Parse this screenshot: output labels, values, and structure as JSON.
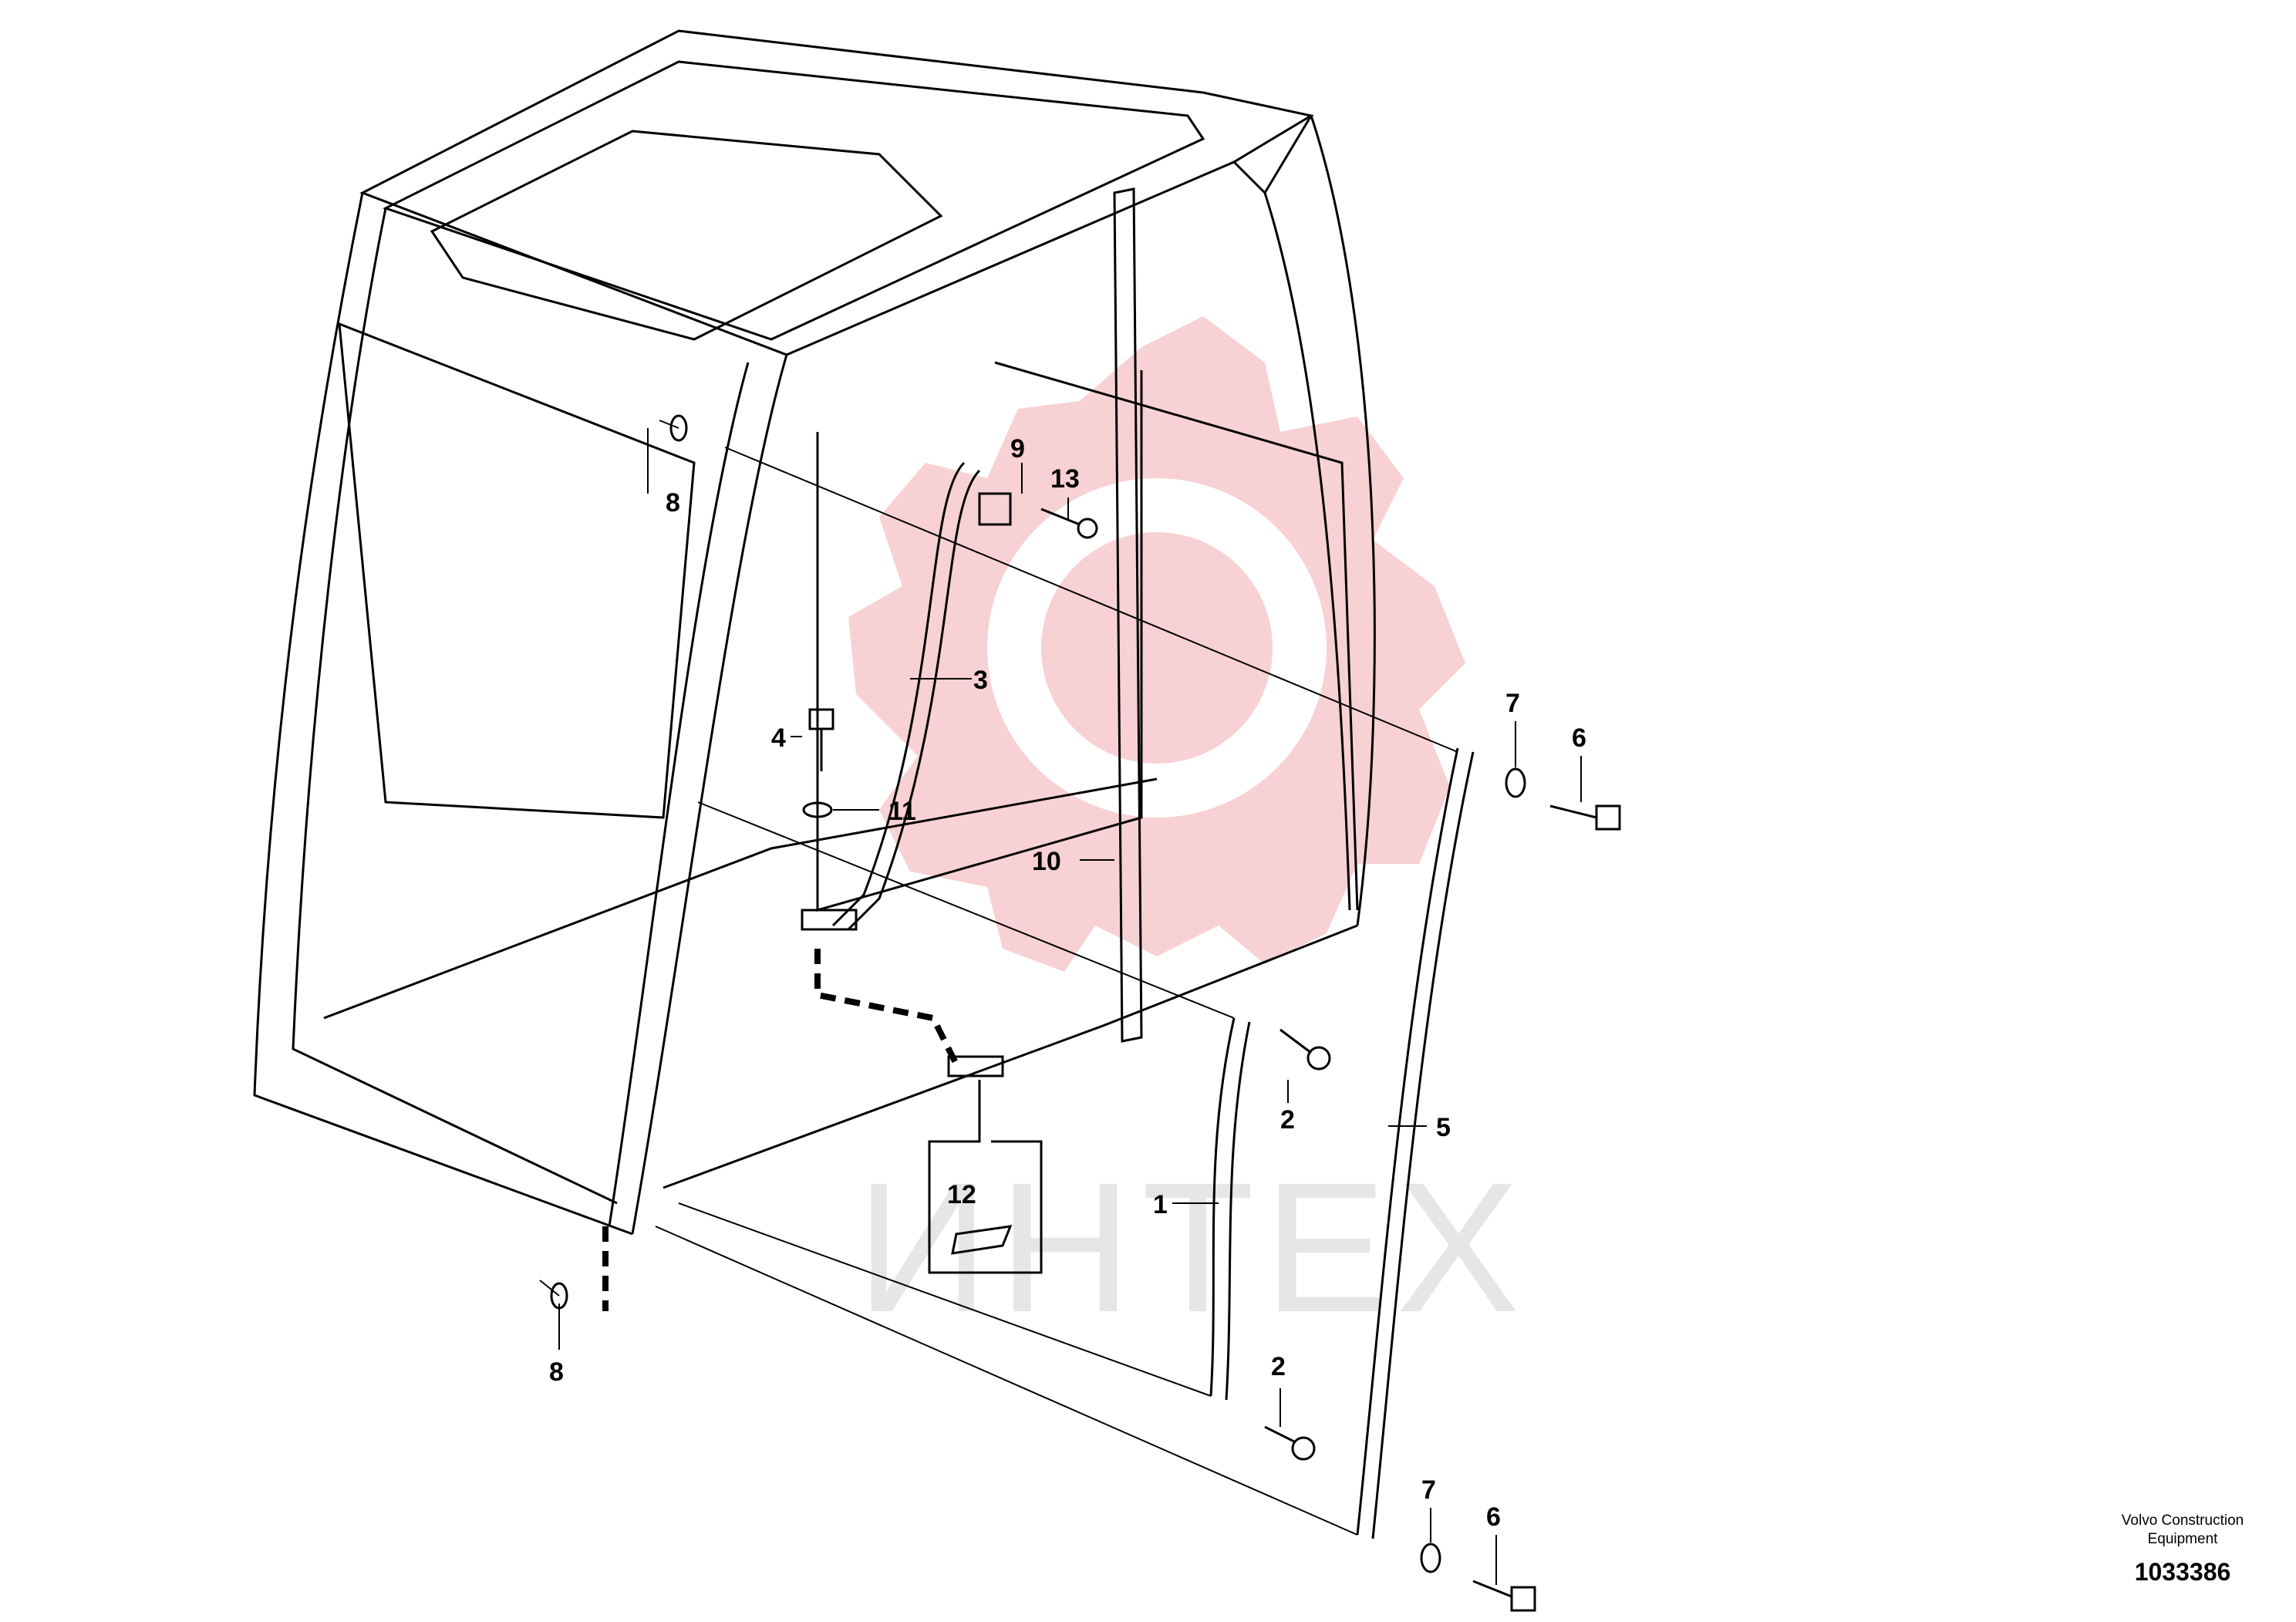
{
  "watermark": {
    "text": "ИНТЕХ",
    "gear_color": "#f7c9cd",
    "text_color": "#e6e6e6"
  },
  "callouts": {
    "c1": "1",
    "c2a": "2",
    "c2b": "2",
    "c3": "3",
    "c4": "4",
    "c5": "5",
    "c6a": "6",
    "c6b": "6",
    "c7a": "7",
    "c7b": "7",
    "c8a": "8",
    "c8b": "8",
    "c9": "9",
    "c10": "10",
    "c11": "11",
    "c12": "12",
    "c13": "13"
  },
  "footer": {
    "maker_line1": "Volvo Construction",
    "maker_line2": "Equipment",
    "number": "1033386"
  }
}
